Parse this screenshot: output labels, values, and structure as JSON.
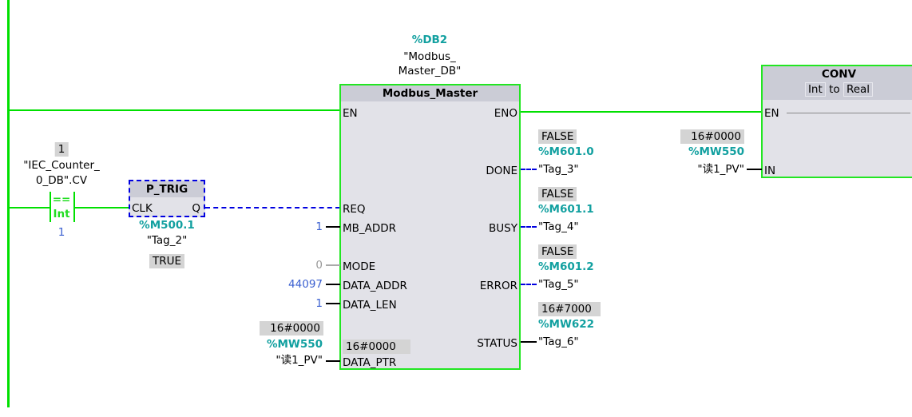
{
  "rail": {},
  "contact": {
    "value": "1",
    "operand_line1": "\"IEC_Counter_",
    "operand_line2": "0_DB\".CV",
    "op": "==",
    "type": "Int",
    "compare": "1"
  },
  "ptrig": {
    "title": "P_TRIG",
    "clk": "CLK",
    "q": "Q",
    "address": "%M500.1",
    "tag": "\"Tag_2\"",
    "value": "TRUE"
  },
  "modbus": {
    "db_address": "%DB2",
    "db_line1": "\"Modbus_",
    "db_line2": "Master_DB\"",
    "title": "Modbus_Master",
    "inputs": {
      "en": "EN",
      "req": "REQ",
      "mb_addr": "MB_ADDR",
      "mode": "MODE",
      "data_addr": "DATA_ADDR",
      "data_len": "DATA_LEN",
      "data_ptr": "DATA_PTR"
    },
    "input_values": {
      "mb_addr": "1",
      "mode": "0",
      "data_addr": "44097",
      "data_len": "1",
      "data_ptr_value": "16#0000",
      "data_ptr_address": "%MW550",
      "data_ptr_tag": "\"读1_PV\"",
      "data_ptr_inner_value": "16#0000"
    },
    "outputs": {
      "eno": "ENO",
      "done": "DONE",
      "busy": "BUSY",
      "error": "ERROR",
      "status": "STATUS"
    },
    "output_values": {
      "done": {
        "value": "FALSE",
        "address": "%M601.0",
        "tag": "\"Tag_3\""
      },
      "busy": {
        "value": "FALSE",
        "address": "%M601.1",
        "tag": "\"Tag_4\""
      },
      "error": {
        "value": "FALSE",
        "address": "%M601.2",
        "tag": "\"Tag_5\""
      },
      "status": {
        "value": "16#7000",
        "address": "%MW622",
        "tag": "\"Tag_6\""
      }
    }
  },
  "conv": {
    "title": "CONV",
    "from": "Int",
    "to_word": "to",
    "to": "Real",
    "en": "EN",
    "in": "IN",
    "in_value": "16#0000",
    "in_address": "%MW550",
    "in_tag": "\"读1_PV\""
  }
}
